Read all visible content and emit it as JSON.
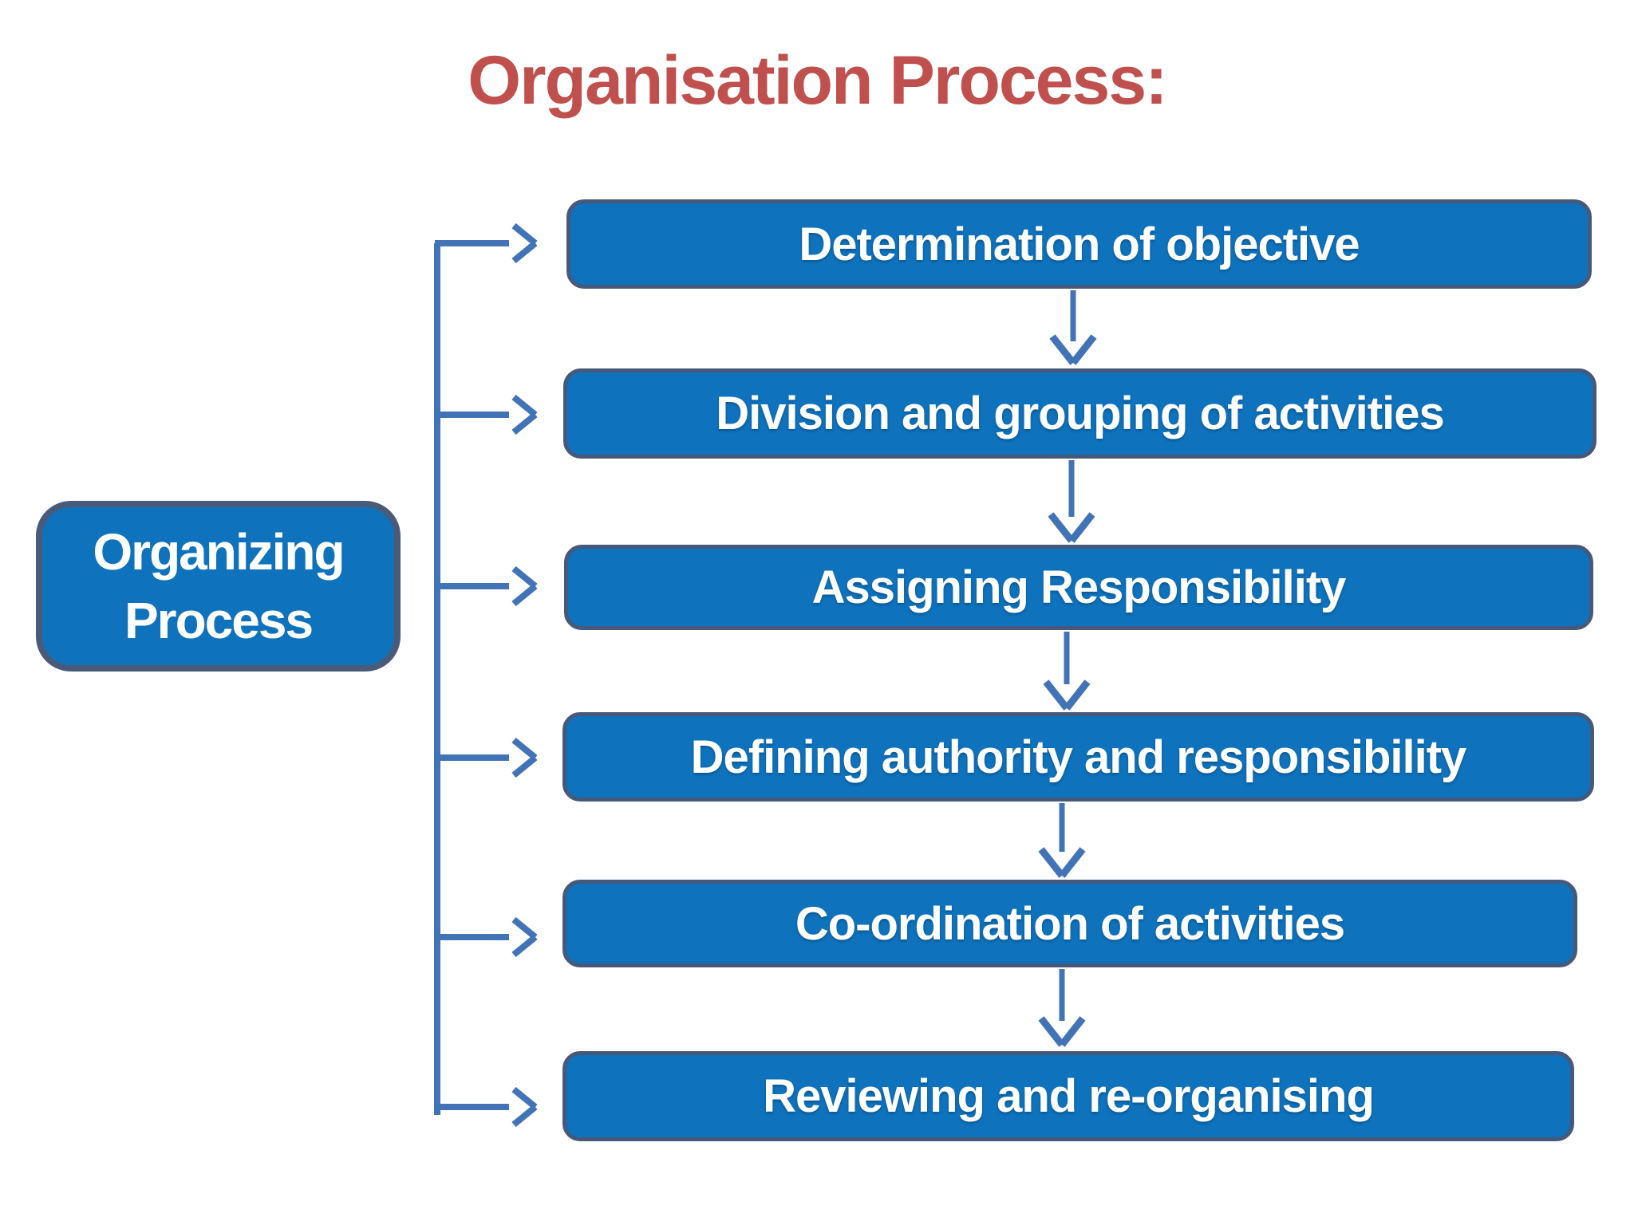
{
  "title": {
    "text": "Organisation Process:"
  },
  "left_box": {
    "label": "Organizing Process"
  },
  "steps": [
    {
      "label": "Determination of objective"
    },
    {
      "label": "Division and grouping  of activities"
    },
    {
      "label": "Assigning Responsibility"
    },
    {
      "label": "Defining authority and responsibility"
    },
    {
      "label": "Co-ordination of activities"
    },
    {
      "label": "Reviewing and re-organising"
    }
  ],
  "colors": {
    "title_color": "#C0504D",
    "box_fill": "#0E72BD",
    "box_border": "#46597A",
    "left_box_border": "#4A5B79",
    "connector": "#4273B7",
    "text_color": "#FFFFFF",
    "background": "#FFFFFF"
  }
}
